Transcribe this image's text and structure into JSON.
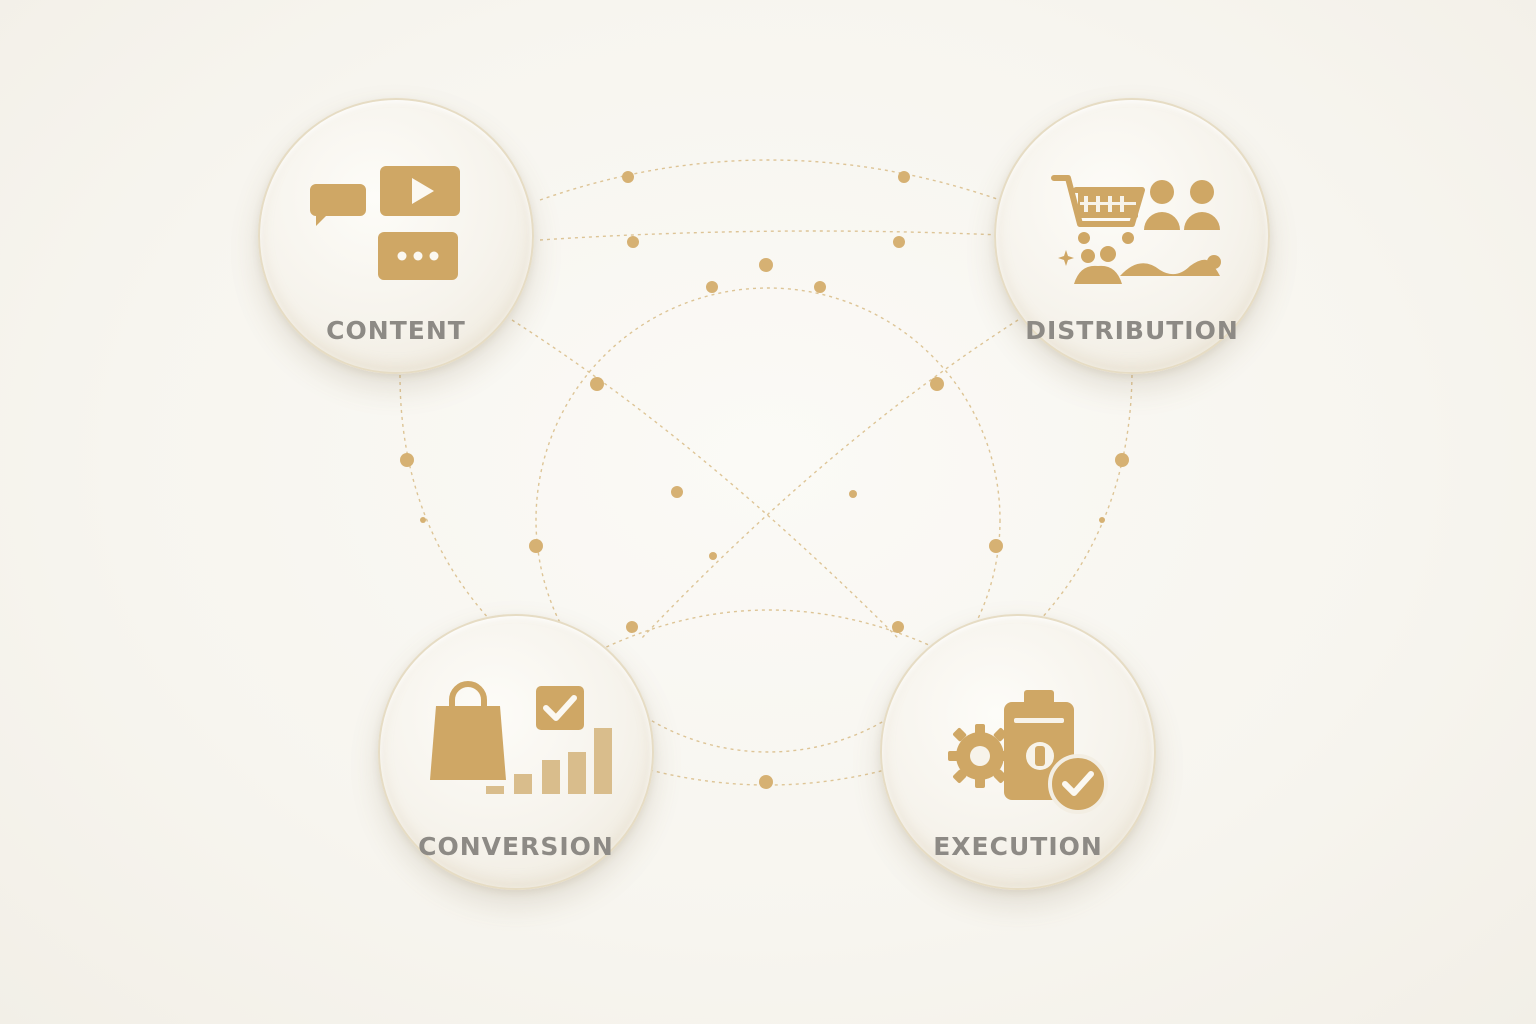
{
  "nodes": {
    "content": {
      "label": "CONTENT",
      "icon": "content-media-icon"
    },
    "distribution": {
      "label": "DISTRIBUTION",
      "icon": "distribution-cart-people-icon"
    },
    "conversion": {
      "label": "CONVERSION",
      "icon": "conversion-bag-chart-icon"
    },
    "execution": {
      "label": "EXECUTION",
      "icon": "execution-gear-clipboard-icon"
    }
  },
  "colors": {
    "background": "#f8f6f1",
    "gold": "#cfa765",
    "label": "#8d8a85"
  }
}
